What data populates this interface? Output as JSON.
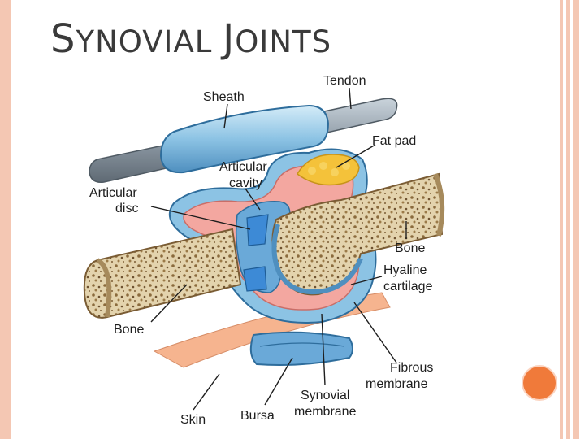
{
  "slide": {
    "title_first_initial": "S",
    "title_first_rest": "YNOVIAL ",
    "title_second_initial": "J",
    "title_second_rest": "OINTS"
  },
  "diagram": {
    "labels": {
      "tendon": "Tendon",
      "sheath": "Sheath",
      "fat_pad": "Fat pad",
      "articular_cavity_line1": "Articular",
      "articular_cavity_line2": "cavity",
      "articular_disc_line1": "Articular",
      "articular_disc_line2": "disc",
      "bone_right": "Bone",
      "hyaline_line1": "Hyaline",
      "hyaline_line2": "cartilage",
      "bone_left": "Bone",
      "fibrous_line1": "Fibrous",
      "fibrous_line2": "membrane",
      "synovial_line1": "Synovial",
      "synovial_line2": "membrane",
      "skin": "Skin",
      "bursa": "Bursa"
    }
  },
  "colors": {
    "accent": "#f07a3a",
    "border": "#f4c7b3",
    "bone": "#d8c7a0",
    "membrane_blue": "#6aa9d8",
    "skin": "#f6b48f"
  }
}
